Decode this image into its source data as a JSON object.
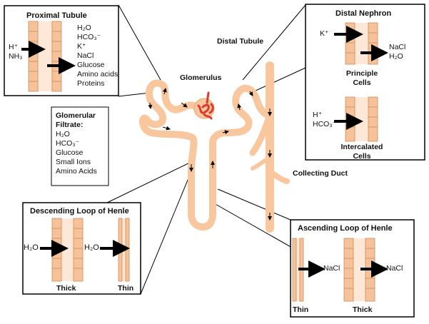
{
  "colors": {
    "tubule": "#f8c79e",
    "tubule_dark": "#e9a46e",
    "cell": "#f6c29a",
    "cell_border": "#cf8a55",
    "lumen": "#fde7d6",
    "glomerulus": "#e03a2f",
    "arrow": "#000000"
  },
  "labels": {
    "distal_tubule": "Distal Tubule",
    "glomerulus": "Glomerulus",
    "collecting_duct": "Collecting Duct"
  },
  "proximal_tubule": {
    "title": "Proximal Tubule",
    "in_items": [
      "H⁺",
      "NH₃"
    ],
    "out_items": [
      "H₂O",
      "HCO₃⁻",
      "K⁺",
      "NaCl",
      "Glucose",
      "Amino acids",
      "Proteins"
    ]
  },
  "glomerular_filtrate": {
    "title_line1": "Glomerular",
    "title_line2": "Filtrate:",
    "items": [
      "H₂O",
      "HCO₃⁻",
      "Glucose",
      "Small Ions",
      "Amino Acids"
    ]
  },
  "distal_nephron": {
    "title": "Distal Nephron",
    "principle_in": "K⁺",
    "principle_out": [
      "NaCl",
      "H₂O"
    ],
    "principle_label_line1": "Principle",
    "principle_label_line2": "Cells",
    "intercalated_in": [
      "H⁺",
      "HCO₃⁻"
    ],
    "intercalated_label_line1": "Intercalated",
    "intercalated_label_line2": "Cells"
  },
  "descending_loop": {
    "title": "Descending Loop of Henle",
    "thick_in": "H₂O",
    "thin_in": "H₂O",
    "thick_label": "Thick",
    "thin_label": "Thin"
  },
  "ascending_loop": {
    "title": "Ascending Loop of Henle",
    "thin_out": "NaCl",
    "thick_out": "NaCl",
    "thin_label": "Thin",
    "thick_label": "Thick"
  }
}
